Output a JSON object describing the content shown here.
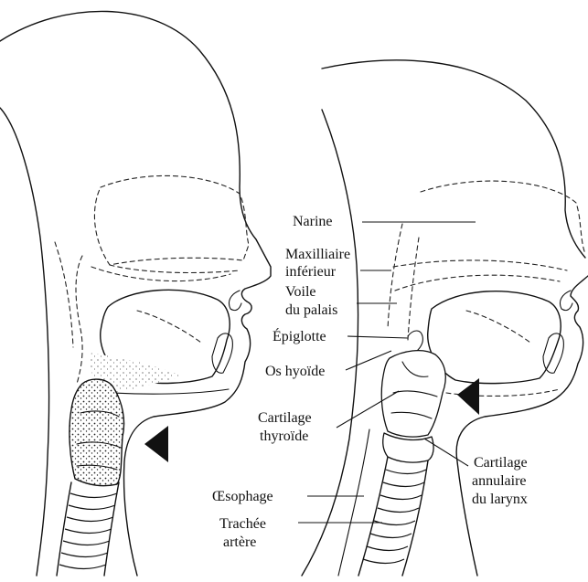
{
  "labels": {
    "narine": "Narine",
    "maxillaire_1": "Maxilliaire",
    "maxillaire_2": "inférieur",
    "voile_1": "Voile",
    "voile_2": "du palais",
    "epiglotte": "Épiglotte",
    "os_hyoide": "Os hyoïde",
    "thyroide_1": "Cartilage",
    "thyroide_2": "thyroïde",
    "annulaire_1": "Cartilage",
    "annulaire_2": "annulaire",
    "annulaire_3": "du larynx",
    "oesophage": "Œsophage",
    "trachee_1": "Trachée",
    "trachee_2": "artère"
  },
  "colors": {
    "ink": "#111111",
    "background": "#ffffff"
  }
}
